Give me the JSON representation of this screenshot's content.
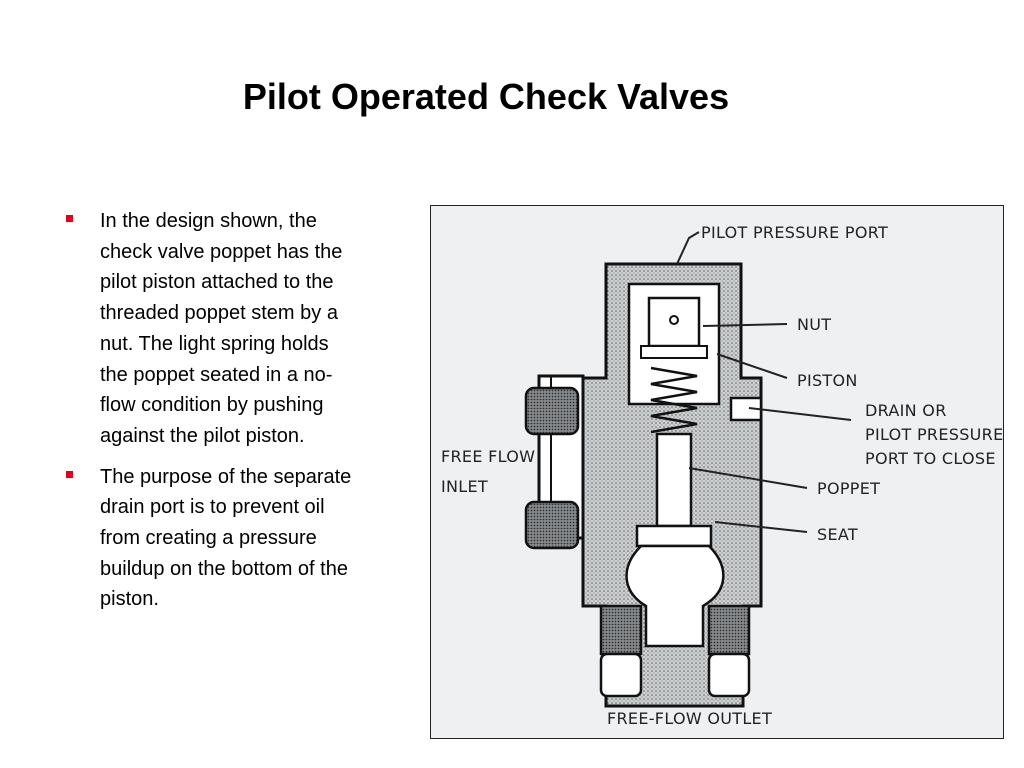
{
  "slide": {
    "title": "Pilot Operated Check Valves",
    "bullets": [
      "In the design shown, the check valve poppet has the pilot piston attached to the threaded poppet stem by a nut.  The light spring holds the poppet seated in a no-flow condition by pushing against the pilot piston.",
      "The purpose of the separate drain port is to prevent oil from creating a pressure buildup on the bottom of the piston."
    ],
    "bullet_color": "#e0001b"
  },
  "diagram": {
    "labels": {
      "pilot_pressure_port": "PILOT PRESSURE PORT",
      "nut": "NUT",
      "piston": "PISTON",
      "drain_line1": "DRAIN OR",
      "drain_line2": "PILOT PRESSURE",
      "drain_line3": "PORT TO CLOSE",
      "free_flow_inlet_line1": "FREE FLOW",
      "free_flow_inlet_line2": "INLET",
      "poppet": "POPPET",
      "seat": "SEAT",
      "free_flow_outlet": "FREE-FLOW OUTLET"
    }
  }
}
